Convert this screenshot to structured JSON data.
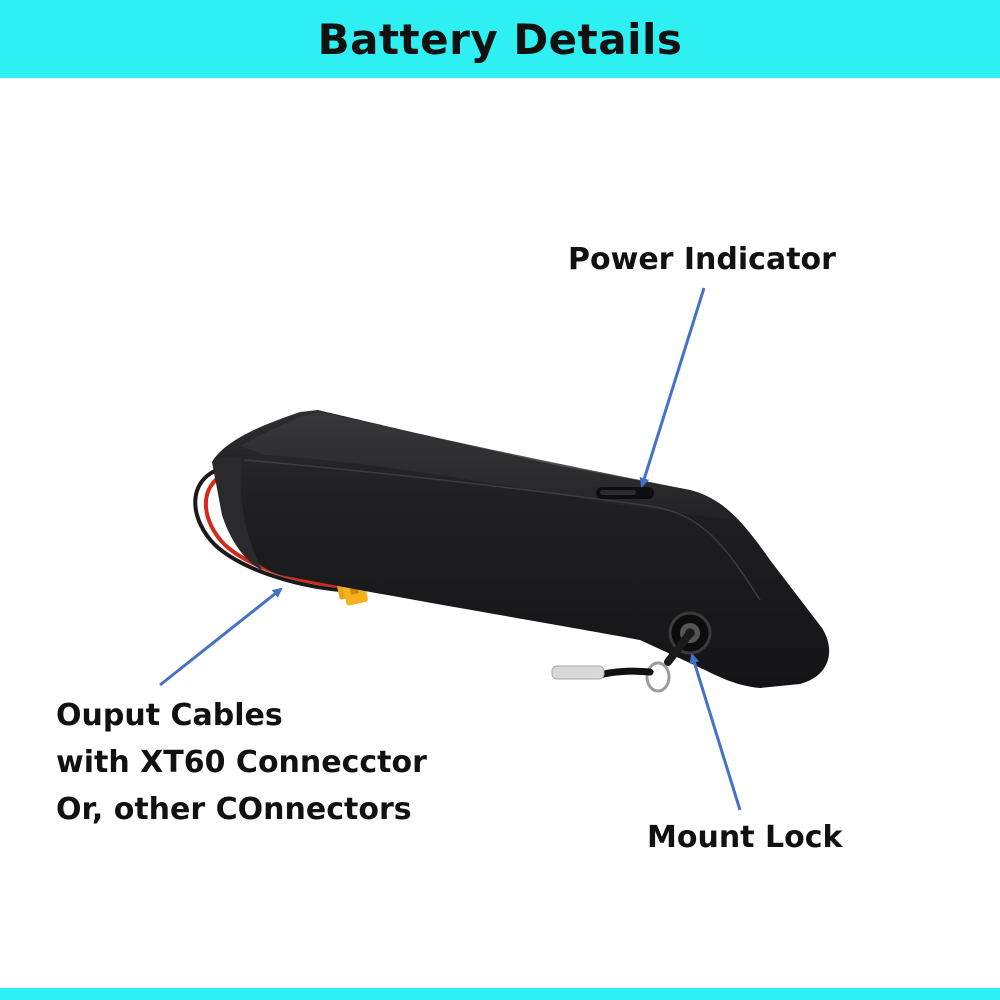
{
  "header": {
    "title": "Battery Details",
    "bar_color": "#2ef0f2"
  },
  "footer": {
    "bar_color": "#2ef0f2"
  },
  "callouts": {
    "power_indicator": "Power Indicator",
    "mount_lock": "Mount Lock",
    "output": {
      "line1": "Ouput Cables",
      "line2": "with XT60 Connecctor",
      "line3": "Or, other COnnectors"
    }
  },
  "colors": {
    "arrow": "#4472c4",
    "battery_body": "#1c1c1e",
    "cable_red": "#d42a1c",
    "connector_yellow": "#f5b21c"
  },
  "icons": {
    "battery": "battery-pack-image",
    "arrow": "arrow-pointer"
  }
}
